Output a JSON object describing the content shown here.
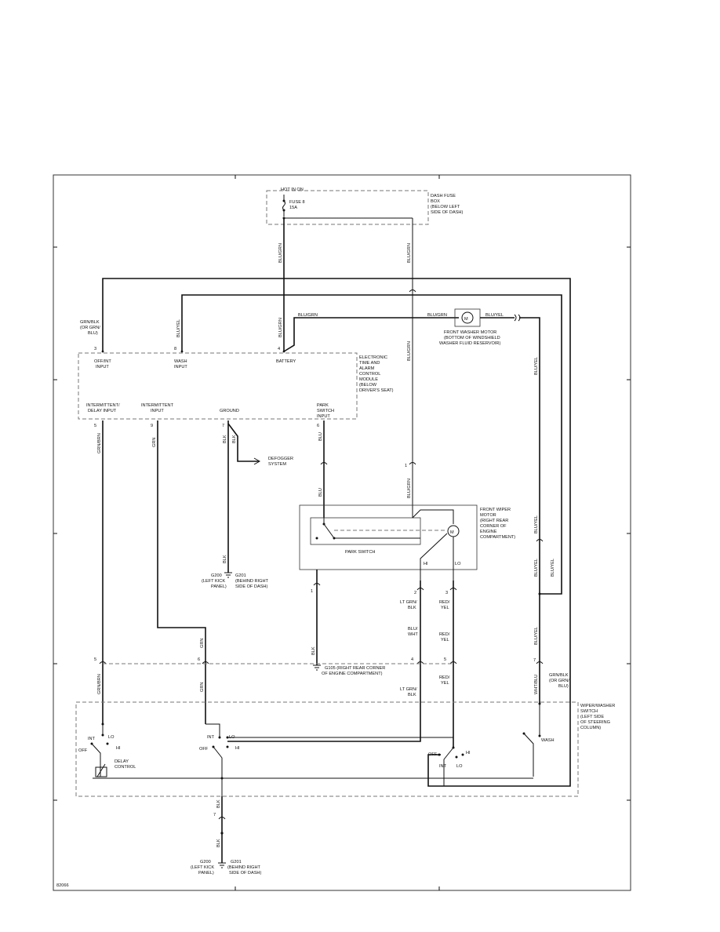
{
  "figure_id": "82066",
  "fuse_box": {
    "hot_label": "HOT IN ON",
    "fuse_label": "FUSE 8",
    "amp_label": "15A",
    "desc": [
      "DASH FUSE",
      "BOX",
      "(BELOW LEFT",
      "SIDE OF DASH)"
    ]
  },
  "module": {
    "desc": [
      "ELECTRONIC",
      "TIME AND",
      "ALARM",
      "CONTROL",
      "MODULE",
      "(BELOW",
      "DRIVER'S SEAT)"
    ],
    "top_pins": [
      {
        "num": "3",
        "label": [
          "OFF/INT",
          "INPUT"
        ]
      },
      {
        "num": "8",
        "label": [
          "WASH",
          "INPUT"
        ]
      },
      {
        "num": "4",
        "label": [
          "BATTERY"
        ]
      }
    ],
    "bottom_pins": [
      {
        "num": "5",
        "label": [
          "INTERMITTENT/",
          "DELAY INPUT"
        ]
      },
      {
        "num": "9",
        "label": [
          "INTERMITTENT",
          "INPUT"
        ]
      },
      {
        "num": "7",
        "label": [
          "GROUND"
        ]
      },
      {
        "num": "6",
        "label": [
          "PARK",
          "SWITCH",
          "INPUT"
        ]
      }
    ]
  },
  "washer_motor": {
    "symbol": "M",
    "desc": [
      "FRONT WASHER MOTOR",
      "(BOTTOM OF WINDSHIELD",
      "WASHER FLUID RESERVOIR)"
    ]
  },
  "wiper_motor": {
    "symbol": "M",
    "desc": [
      "FRONT WIPER",
      "MOTOR",
      "(RIGHT REAR",
      "CORNER OF",
      "ENGINE",
      "COMPARTMENT)"
    ],
    "park_switch": "PARK SWITCH",
    "hi": "HI",
    "lo": "LO"
  },
  "defogger": [
    "DEFOGGER",
    "SYSTEM"
  ],
  "grounds": {
    "upper_left": [
      "G200",
      "(LEFT KICK",
      "PANEL)"
    ],
    "upper_right": [
      "G201",
      "(BEHIND RIGHT",
      "SIDE OF DASH)"
    ],
    "g105": [
      "G105 (RIGHT REAR CORNER",
      "OF ENGINE COMPARTMENT)"
    ],
    "lower_left": [
      "G200",
      "(LEFT KICK",
      "PANEL)"
    ],
    "lower_right": [
      "G201",
      "(BEHIND RIGHT",
      "SIDE OF DASH)"
    ]
  },
  "wiper_switch": {
    "desc": [
      "WIPER/WASHER",
      "SWITCH",
      "(LEFT SIDE",
      "OF STEERING",
      "COLUMN)"
    ],
    "delay_control": [
      "DELAY",
      "CONTROL"
    ],
    "int": "INT",
    "lo": "LO",
    "hi": "HI",
    "off": "OFF",
    "wash": "WASH"
  },
  "wires": {
    "grn_blk": [
      "GRN/BLK",
      "(OR GRN/",
      "BLU)"
    ],
    "grn_blk_lower": [
      "GRN/BLK",
      "(OR GRN/",
      "BLU)"
    ],
    "blu_yel": "BLU/YEL",
    "blu_grn": "BLU/GRN",
    "blu": "BLU",
    "blk": "BLK",
    "grn": "GRN",
    "grn_brn": "GRN/BRN",
    "wht_blu": "WHT/BLU",
    "lt_grn_blk": [
      "LT GRN/",
      "BLK"
    ],
    "red_yel": [
      "RED/",
      "YEL"
    ],
    "blu_wht": [
      "BLU/",
      "WHT"
    ]
  },
  "pins": {
    "p5": "5",
    "p6": "6",
    "p4": "4",
    "p7": "7",
    "p1": "1",
    "p2": "2",
    "p3": "3"
  }
}
